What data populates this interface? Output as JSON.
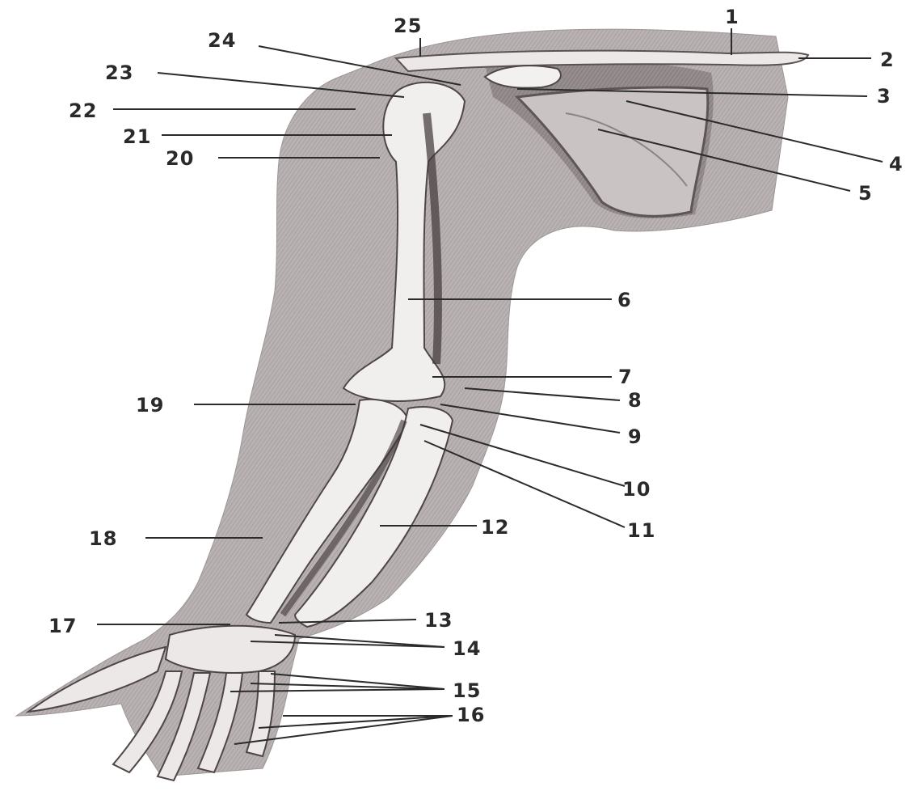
{
  "figure": {
    "subject": "upper-limb-skeleton-with-muscle-outline",
    "colors": {
      "background": "#ffffff",
      "soft_tissue": "#b3acad",
      "soft_tissue_dark": "#8e8687",
      "bone": "#f1eeee",
      "bone_shadow": "#6f6667",
      "ink": "#2b2b2b"
    }
  },
  "labels": [
    "1",
    "2",
    "3",
    "4",
    "5",
    "6",
    "7",
    "8",
    "9",
    "10",
    "11",
    "12",
    "13",
    "14",
    "15",
    "16",
    "17",
    "18",
    "19",
    "20",
    "21",
    "22",
    "23",
    "24",
    "25"
  ]
}
